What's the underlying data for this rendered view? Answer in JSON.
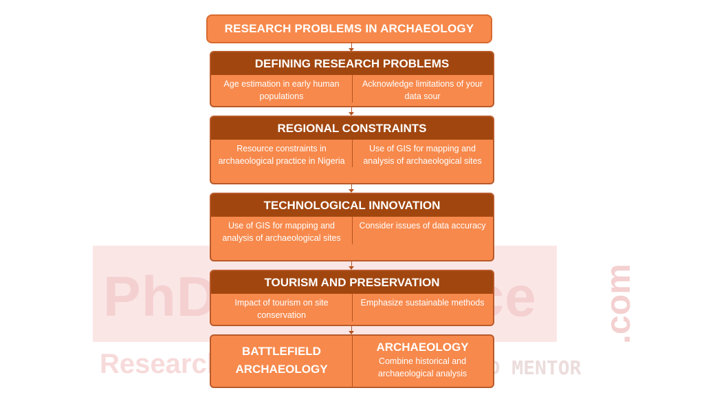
{
  "watermark": {
    "main": "PhD Assistance",
    "domain": ".com",
    "tagline_left": "Research",
    "tagline_right": "STED MENTOR"
  },
  "title": "RESEARCH PROBLEMS IN ARCHAEOLOGY",
  "sections": [
    {
      "heading": "DEFINING RESEARCH PROBLEMS",
      "left": "Age estimation in early human populations",
      "right": "Acknowledge limitations of your data sour"
    },
    {
      "heading": "REGIONAL CONSTRAINTS",
      "left": "Resource constraints in archaeological practice in Nigeria",
      "right": "Use of GIS for mapping and analysis of archaeological sites"
    },
    {
      "heading": "TECHNOLOGICAL INNOVATION",
      "left": "Use of GIS for mapping and analysis of archaeological sites",
      "right": "Consider issues of data accuracy"
    },
    {
      "heading": "TOURISM AND PRESERVATION",
      "left": "Impact of tourism on site conservation",
      "right": "Emphasize sustainable methods"
    }
  ],
  "last": {
    "left_title": "BATTLEFIELD ARCHAEOLOGY",
    "right_title": "ARCHAEOLOGY",
    "right_text": "Combine historical and archaeological analysis"
  },
  "colors": {
    "box_fill": "#f7894c",
    "header_fill": "#a1460f",
    "border": "#b75a2a",
    "text": "#ffffff"
  }
}
